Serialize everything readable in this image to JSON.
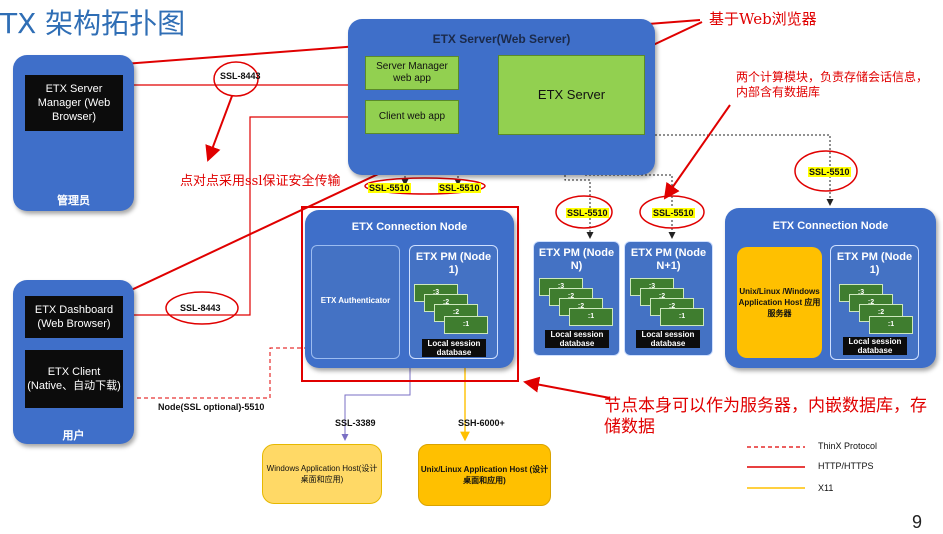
{
  "page": {
    "title": "TX 架构拓扑图",
    "page_number": "9"
  },
  "nodes": {
    "admin_panel": {
      "browser_label": "ETX Server Manager (Web Browser)",
      "footer": "管理员"
    },
    "user_panel": {
      "dashboard_label": "ETX Dashboard (Web Browser)",
      "client_label": "ETX  Client (Native、自动下载)",
      "footer": "用户"
    },
    "server": {
      "title": "ETX Server(Web Server)",
      "server_manager_app": "Server Manager web app",
      "client_app": "Client web app",
      "etx_server": "ETX Server"
    },
    "connection_node_1": {
      "title": "ETX Connection Node",
      "authenticator": "ETX Authenticator",
      "pm_title": "ETX PM (Node 1)",
      "session_db": "Local session database"
    },
    "pm_node_n": {
      "title": "ETX PM (Node N)",
      "session_db": "Local session database"
    },
    "pm_node_n1": {
      "title": "ETX PM (Node N+1)",
      "session_db": "Local session database"
    },
    "connection_node_2": {
      "title": "ETX Connection Node",
      "app_host": "Unix/Linux /Windows Application Host 应用服务器",
      "pm_title": "ETX PM (Node 1)",
      "session_db": "Local session database"
    },
    "windows_app_host": "Windows Application Host(设计桌面和应用)",
    "unix_app_host": "Unix/Linux Application Host (设计桌面和应用)"
  },
  "session_cards": [
    ":3",
    ":2",
    ":1"
  ],
  "links": {
    "ssl_8443_top": "SSL-8443",
    "ssl_8443_user": "SSL-8443",
    "ssl_5510_a": "SSL-5510",
    "ssl_5510_b": "SSL-5510",
    "ssl_5510_n": "SSL-5510",
    "ssl_5510_n1": "SSL-5510",
    "ssl_5510_right": "SSL-5510",
    "node_ssl_optional": "Node(SSL optional)-5510",
    "ssl_3389": "SSL-3389",
    "ssh_6000": "SSH-6000+"
  },
  "annotations": {
    "web_browser": "基于Web浏览器",
    "compute_modules": "两个计算模块，负责存储会话信息，内部含有数据库",
    "p2p_ssl": "点对点采用ssl保证安全传输",
    "node_as_server": "节点本身可以作为服务器，内嵌数据库，存储数据"
  },
  "legend": [
    {
      "label": "ThinX Protocol",
      "color": "#e00000",
      "style": "dashed"
    },
    {
      "label": "HTTP/HTTPS",
      "color": "#e00000",
      "style": "solid"
    },
    {
      "label": "X11",
      "color": "#ffc000",
      "style": "solid"
    }
  ]
}
